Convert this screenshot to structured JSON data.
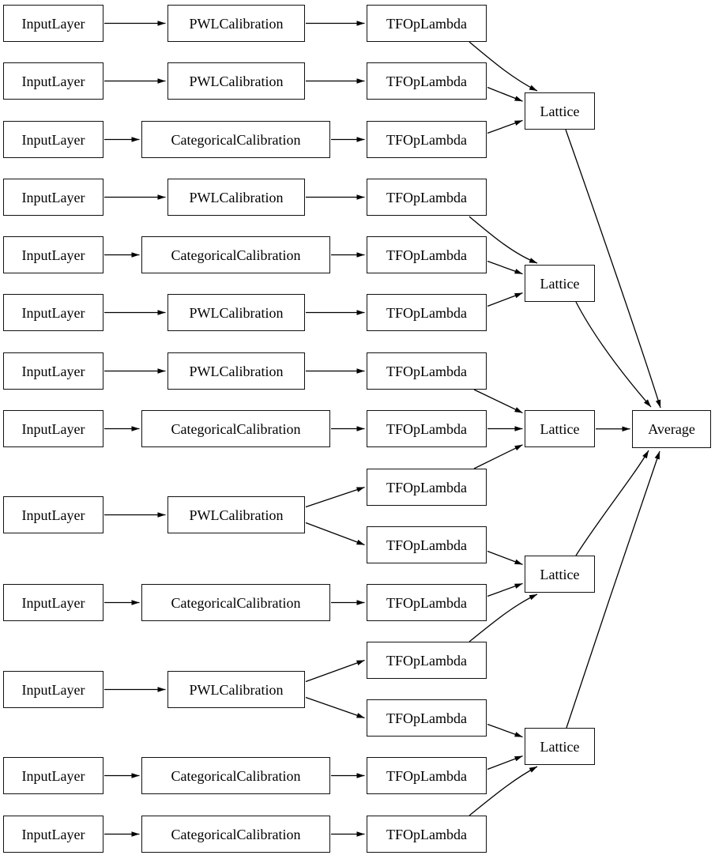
{
  "diagram": {
    "type": "graph",
    "description": "Keras lattice ensemble model graph",
    "colors": {
      "background": "#ffffff",
      "node_fill": "#ffffff",
      "node_border": "#111111",
      "text": "#000000",
      "edge": "#000000"
    },
    "node_type_labels": {
      "input": "InputLayer",
      "pwl_calibration": "PWLCalibration",
      "categorical_calibration": "CategoricalCalibration",
      "tf_op_lambda": "TFOpLambda",
      "lattice": "Lattice",
      "average": "Average"
    },
    "nodes": [
      {
        "id": "i1",
        "type": "input",
        "label": "InputLayer"
      },
      {
        "id": "c1",
        "type": "pwl_calibration",
        "label": "PWLCalibration"
      },
      {
        "id": "t1",
        "type": "tf_op_lambda",
        "label": "TFOpLambda"
      },
      {
        "id": "i2",
        "type": "input",
        "label": "InputLayer"
      },
      {
        "id": "c2",
        "type": "pwl_calibration",
        "label": "PWLCalibration"
      },
      {
        "id": "t2",
        "type": "tf_op_lambda",
        "label": "TFOpLambda"
      },
      {
        "id": "i3",
        "type": "input",
        "label": "InputLayer"
      },
      {
        "id": "c3",
        "type": "categorical_calibration",
        "label": "CategoricalCalibration"
      },
      {
        "id": "t3",
        "type": "tf_op_lambda",
        "label": "TFOpLambda"
      },
      {
        "id": "i4",
        "type": "input",
        "label": "InputLayer"
      },
      {
        "id": "c4",
        "type": "pwl_calibration",
        "label": "PWLCalibration"
      },
      {
        "id": "t4",
        "type": "tf_op_lambda",
        "label": "TFOpLambda"
      },
      {
        "id": "i5",
        "type": "input",
        "label": "InputLayer"
      },
      {
        "id": "c5",
        "type": "categorical_calibration",
        "label": "CategoricalCalibration"
      },
      {
        "id": "t5",
        "type": "tf_op_lambda",
        "label": "TFOpLambda"
      },
      {
        "id": "i6",
        "type": "input",
        "label": "InputLayer"
      },
      {
        "id": "c6",
        "type": "pwl_calibration",
        "label": "PWLCalibration"
      },
      {
        "id": "t6",
        "type": "tf_op_lambda",
        "label": "TFOpLambda"
      },
      {
        "id": "i7",
        "type": "input",
        "label": "InputLayer"
      },
      {
        "id": "c7",
        "type": "pwl_calibration",
        "label": "PWLCalibration"
      },
      {
        "id": "t7",
        "type": "tf_op_lambda",
        "label": "TFOpLambda"
      },
      {
        "id": "i8",
        "type": "input",
        "label": "InputLayer"
      },
      {
        "id": "c8",
        "type": "categorical_calibration",
        "label": "CategoricalCalibration"
      },
      {
        "id": "t8",
        "type": "tf_op_lambda",
        "label": "TFOpLambda"
      },
      {
        "id": "t9",
        "type": "tf_op_lambda",
        "label": "TFOpLambda"
      },
      {
        "id": "i9",
        "type": "input",
        "label": "InputLayer"
      },
      {
        "id": "c9",
        "type": "pwl_calibration",
        "label": "PWLCalibration"
      },
      {
        "id": "t10",
        "type": "tf_op_lambda",
        "label": "TFOpLambda"
      },
      {
        "id": "i10",
        "type": "input",
        "label": "InputLayer"
      },
      {
        "id": "c10",
        "type": "categorical_calibration",
        "label": "CategoricalCalibration"
      },
      {
        "id": "t11",
        "type": "tf_op_lambda",
        "label": "TFOpLambda"
      },
      {
        "id": "t12",
        "type": "tf_op_lambda",
        "label": "TFOpLambda"
      },
      {
        "id": "i11",
        "type": "input",
        "label": "InputLayer"
      },
      {
        "id": "c11",
        "type": "pwl_calibration",
        "label": "PWLCalibration"
      },
      {
        "id": "t13",
        "type": "tf_op_lambda",
        "label": "TFOpLambda"
      },
      {
        "id": "i12",
        "type": "input",
        "label": "InputLayer"
      },
      {
        "id": "c12",
        "type": "categorical_calibration",
        "label": "CategoricalCalibration"
      },
      {
        "id": "t14",
        "type": "tf_op_lambda",
        "label": "TFOpLambda"
      },
      {
        "id": "i13",
        "type": "input",
        "label": "InputLayer"
      },
      {
        "id": "c13",
        "type": "categorical_calibration",
        "label": "CategoricalCalibration"
      },
      {
        "id": "t15",
        "type": "tf_op_lambda",
        "label": "TFOpLambda"
      },
      {
        "id": "l1",
        "type": "lattice",
        "label": "Lattice"
      },
      {
        "id": "l2",
        "type": "lattice",
        "label": "Lattice"
      },
      {
        "id": "l3",
        "type": "lattice",
        "label": "Lattice"
      },
      {
        "id": "l4",
        "type": "lattice",
        "label": "Lattice"
      },
      {
        "id": "l5",
        "type": "lattice",
        "label": "Lattice"
      },
      {
        "id": "avg",
        "type": "average",
        "label": "Average"
      }
    ],
    "edges": [
      {
        "from": "i1",
        "to": "c1"
      },
      {
        "from": "c1",
        "to": "t1"
      },
      {
        "from": "t1",
        "to": "l1"
      },
      {
        "from": "i2",
        "to": "c2"
      },
      {
        "from": "c2",
        "to": "t2"
      },
      {
        "from": "t2",
        "to": "l1"
      },
      {
        "from": "i3",
        "to": "c3"
      },
      {
        "from": "c3",
        "to": "t3"
      },
      {
        "from": "t3",
        "to": "l1"
      },
      {
        "from": "i4",
        "to": "c4"
      },
      {
        "from": "c4",
        "to": "t4"
      },
      {
        "from": "t4",
        "to": "l2"
      },
      {
        "from": "i5",
        "to": "c5"
      },
      {
        "from": "c5",
        "to": "t5"
      },
      {
        "from": "t5",
        "to": "l2"
      },
      {
        "from": "i6",
        "to": "c6"
      },
      {
        "from": "c6",
        "to": "t6"
      },
      {
        "from": "t6",
        "to": "l2"
      },
      {
        "from": "i7",
        "to": "c7"
      },
      {
        "from": "c7",
        "to": "t7"
      },
      {
        "from": "t7",
        "to": "l3"
      },
      {
        "from": "i8",
        "to": "c8"
      },
      {
        "from": "c8",
        "to": "t8"
      },
      {
        "from": "t8",
        "to": "l3"
      },
      {
        "from": "i9",
        "to": "c9"
      },
      {
        "from": "c9",
        "to": "t9"
      },
      {
        "from": "t9",
        "to": "l3"
      },
      {
        "from": "c9",
        "to": "t10"
      },
      {
        "from": "t10",
        "to": "l4"
      },
      {
        "from": "i10",
        "to": "c10"
      },
      {
        "from": "c10",
        "to": "t11"
      },
      {
        "from": "t11",
        "to": "l4"
      },
      {
        "from": "i11",
        "to": "c11"
      },
      {
        "from": "c11",
        "to": "t12"
      },
      {
        "from": "t12",
        "to": "l4"
      },
      {
        "from": "c11",
        "to": "t13"
      },
      {
        "from": "t13",
        "to": "l5"
      },
      {
        "from": "i12",
        "to": "c12"
      },
      {
        "from": "c12",
        "to": "t14"
      },
      {
        "from": "t14",
        "to": "l5"
      },
      {
        "from": "i13",
        "to": "c13"
      },
      {
        "from": "c13",
        "to": "t15"
      },
      {
        "from": "t15",
        "to": "l5"
      },
      {
        "from": "l1",
        "to": "avg"
      },
      {
        "from": "l2",
        "to": "avg"
      },
      {
        "from": "l3",
        "to": "avg"
      },
      {
        "from": "l4",
        "to": "avg"
      },
      {
        "from": "l5",
        "to": "avg"
      }
    ]
  }
}
